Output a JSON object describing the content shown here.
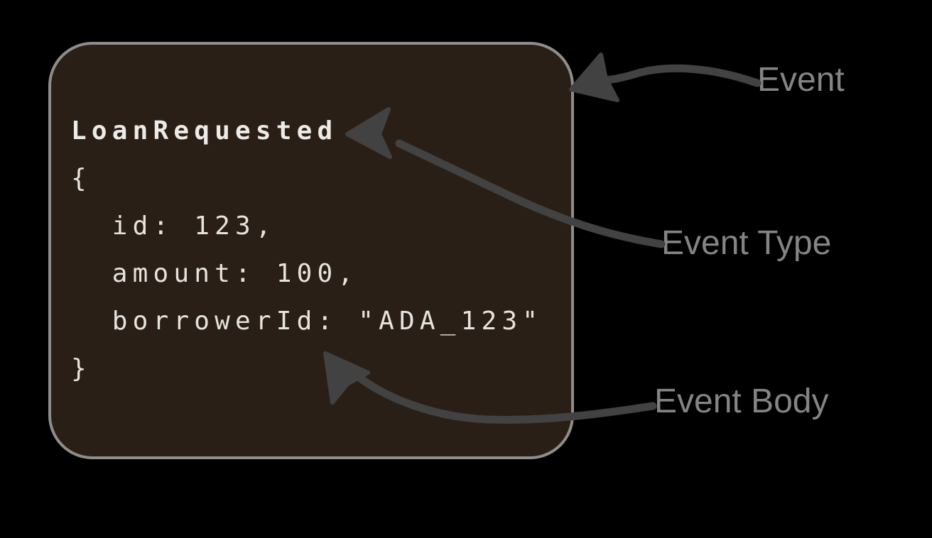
{
  "canvas": {
    "background_color": "#000000"
  },
  "event_card": {
    "event_type": "LoanRequested",
    "body_lines": [
      "{",
      "  id: 123,",
      "  amount: 100,",
      "  borrowerId: \"ADA_123\"",
      "}"
    ],
    "background_color": "#2a1f17",
    "border_color": "#8f8d8a",
    "code_text_color": "#e7e3de"
  },
  "annotations": {
    "event": "Event",
    "event_type": "Event Type",
    "event_body": "Event Body",
    "label_color": "#848484",
    "arrow_color": "#424242"
  }
}
